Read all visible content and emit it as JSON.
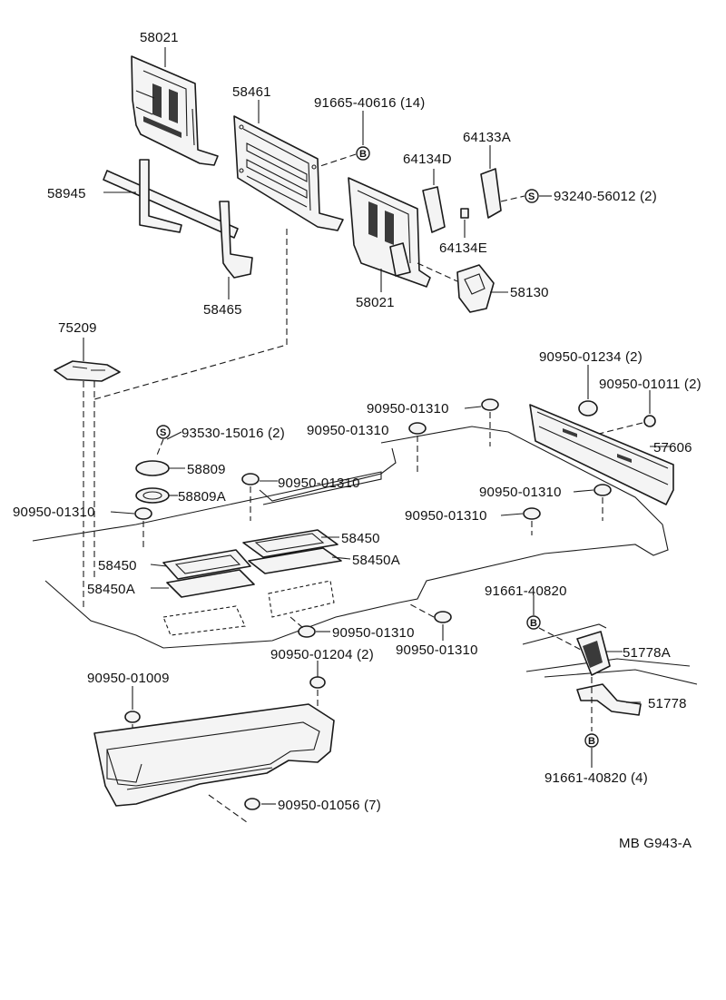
{
  "diagram_code": "MB G943-A",
  "symbols": {
    "s": "S",
    "b": "B"
  },
  "callouts": {
    "p58021_top": "58021",
    "p58461": "58461",
    "p91665": "91665-40616 (14)",
    "p64133A": "64133A",
    "p64134D": "64134D",
    "p93240": "93240-56012 (2)",
    "p58945": "58945",
    "p64134E": "64134E",
    "p58130": "58130",
    "p58021_mid": "58021",
    "p58465": "58465",
    "p75209": "75209",
    "p90950_01234": "90950-01234 (2)",
    "p90950_01011": "90950-01011 (2)",
    "p90950_01310_a": "90950-01310",
    "p93530": "93530-15016 (2)",
    "p90950_01310_b": "90950-01310",
    "p57606": "57606",
    "p58809": "58809",
    "p90950_01310_c": "90950-01310",
    "p58809A": "58809A",
    "p90950_01310_d": "90950-01310",
    "p90950_01310_e": "90950-01310",
    "p90950_01310_f": "90950-01310",
    "p58450_r": "58450",
    "p58450_l": "58450",
    "p58450A_r": "58450A",
    "p58450A_l": "58450A",
    "p91661_top": "91661-40820",
    "p90950_01310_g": "90950-01310",
    "p90950_01310_h": "90950-01310",
    "p51778A": "51778A",
    "p90950_01204": "90950-01204 (2)",
    "p90950_01009": "90950-01009",
    "p51778": "51778",
    "p91661_bot": "91661-40820 (4)",
    "p90950_01056": "90950-01056 (7)"
  }
}
